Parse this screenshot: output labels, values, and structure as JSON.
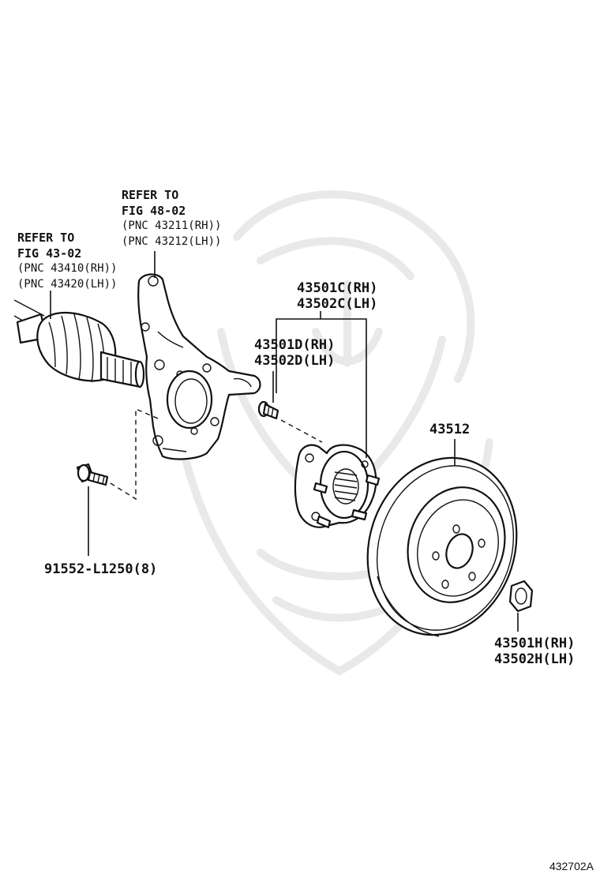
{
  "callouts": {
    "knuckle_ref": {
      "line1": "REFER TO",
      "line2": "FIG 48-02",
      "line3": "(PNC 43211(RH))",
      "line4": "(PNC 43212(LH))"
    },
    "driveshaft_ref": {
      "line1": "REFER TO",
      "line2": "FIG 43-02",
      "line3": "(PNC 43410(RH))",
      "line4": "(PNC 43420(LH))"
    },
    "hub_assembly": {
      "line1": "43501C(RH)",
      "line2": "43502C(LH)"
    },
    "hub_bolt": {
      "line1": "43501D(RH)",
      "line2": "43502D(LH)"
    },
    "rotor": {
      "label": "43512"
    },
    "knuckle_bolt": {
      "label": "91552-L1250(8)"
    },
    "hub_nut": {
      "line1": "43501H(RH)",
      "line2": "43502H(LH)"
    }
  },
  "figure_number": "432702A"
}
